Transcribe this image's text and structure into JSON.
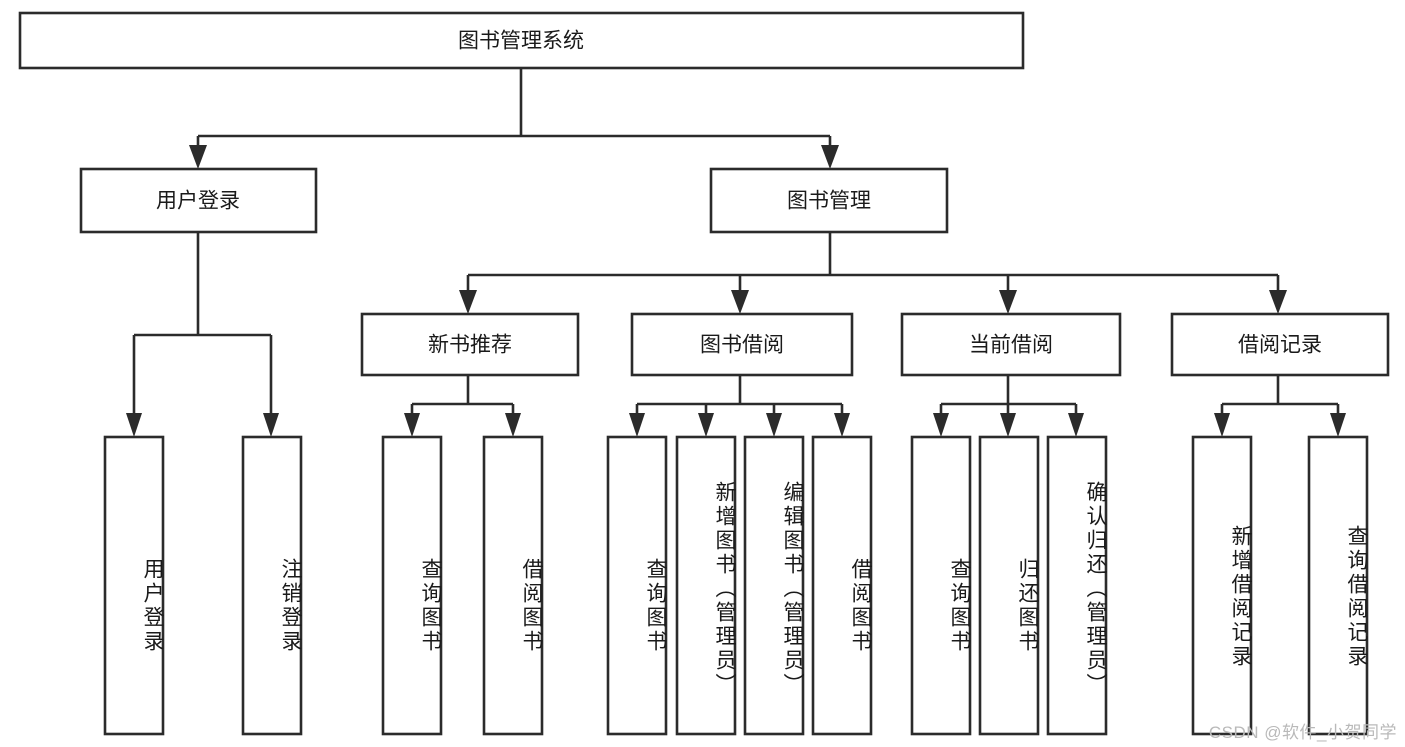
{
  "diagram": {
    "title": "图书管理系统",
    "type": "tree-hierarchy-diagram",
    "root": {
      "label": "图书管理系统",
      "orientation": "horizontal"
    },
    "level2": [
      {
        "label": "用户登录",
        "orientation": "horizontal"
      },
      {
        "label": "图书管理",
        "orientation": "horizontal"
      }
    ],
    "level3": [
      {
        "label": "新书推荐",
        "orientation": "horizontal"
      },
      {
        "label": "图书借阅",
        "orientation": "horizontal"
      },
      {
        "label": "当前借阅",
        "orientation": "horizontal"
      },
      {
        "label": "借阅记录",
        "orientation": "horizontal"
      }
    ],
    "leaves": [
      {
        "label": "用户登录",
        "parent": "用户登录",
        "orientation": "vertical"
      },
      {
        "label": "注销登录",
        "parent": "用户登录",
        "orientation": "vertical"
      },
      {
        "label": "查询图书",
        "parent": "新书推荐",
        "orientation": "vertical"
      },
      {
        "label": "借阅图书",
        "parent": "新书推荐",
        "orientation": "vertical"
      },
      {
        "label": "查询图书",
        "parent": "图书借阅",
        "orientation": "vertical"
      },
      {
        "label": "新增图书（管理员）",
        "parent": "图书借阅",
        "orientation": "vertical"
      },
      {
        "label": "编辑图书（管理员）",
        "parent": "图书借阅",
        "orientation": "vertical"
      },
      {
        "label": "借阅图书",
        "parent": "图书借阅",
        "orientation": "vertical"
      },
      {
        "label": "查询图书",
        "parent": "当前借阅",
        "orientation": "vertical"
      },
      {
        "label": "归还图书",
        "parent": "当前借阅",
        "orientation": "vertical"
      },
      {
        "label": "确认归还（管理员）",
        "parent": "当前借阅",
        "orientation": "vertical"
      },
      {
        "label": "新增借阅记录",
        "parent": "借阅记录",
        "orientation": "vertical"
      },
      {
        "label": "查询借阅记录",
        "parent": "借阅记录",
        "orientation": "vertical"
      }
    ],
    "colors": {
      "stroke": "#2b2b2b",
      "fill": "#ffffff",
      "text": "#1a1a1a",
      "watermark": "#b9b9b9",
      "background": "#ffffff"
    }
  },
  "watermark": {
    "text": "CSDN @软件_小贺同学"
  }
}
